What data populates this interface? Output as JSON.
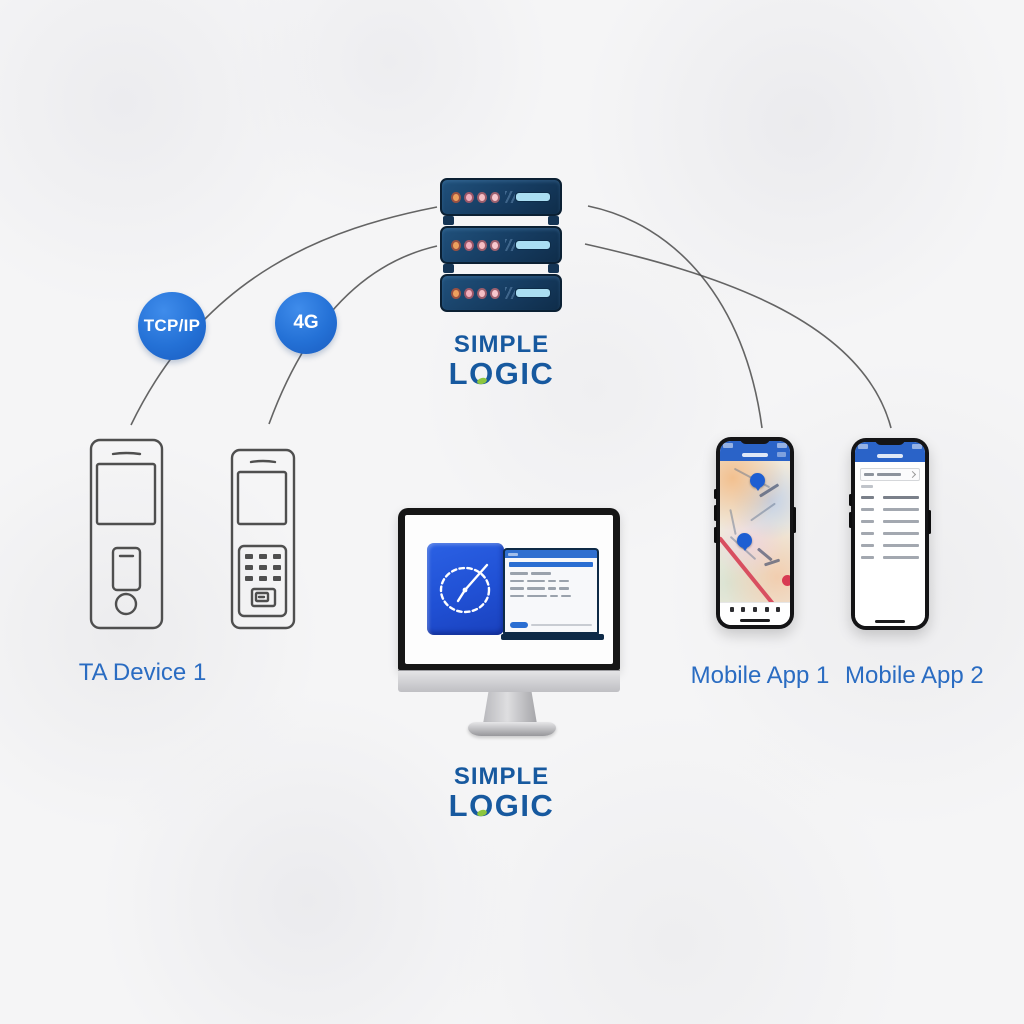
{
  "page": {
    "type": "system-architecture-diagram",
    "background": "#f5f5f6"
  },
  "brand": {
    "logo_line1": "SIMPLE",
    "logo_line2": "LOGIC",
    "logo_color": "#17599f",
    "logo_accent_green": "#8dc63f"
  },
  "server": {
    "unit_count": 3,
    "body_color": "#16395c",
    "led_colors": [
      "#eda05e",
      "#f2afbd",
      "#f5bec4",
      "#f7c7ce"
    ],
    "bar_color": "#aadef2"
  },
  "connections": {
    "tcpip": {
      "label": "TCP/IP",
      "bubble_color": "#2673d8"
    },
    "fourg": {
      "label": "4G",
      "bubble_color": "#2673d8"
    },
    "line_color": "#4a4a4a"
  },
  "left_group": {
    "label": "TA Device 1",
    "label_color": "#2a6cc2",
    "devices": [
      "ta-terminal-camera",
      "ta-terminal-keypad"
    ]
  },
  "right_group": {
    "label_1": "Mobile App 1",
    "label_2": "Mobile App 2",
    "label_color": "#2a6cc2",
    "phone1_content": "map-with-location-pins",
    "phone2_content": "records-list",
    "phone_header_color": "#2a63c8"
  },
  "workstation": {
    "content": [
      "time-book-icon",
      "attendance-app-window"
    ],
    "book_color": "#2050d4",
    "window_accent": "#2a6ed2"
  }
}
